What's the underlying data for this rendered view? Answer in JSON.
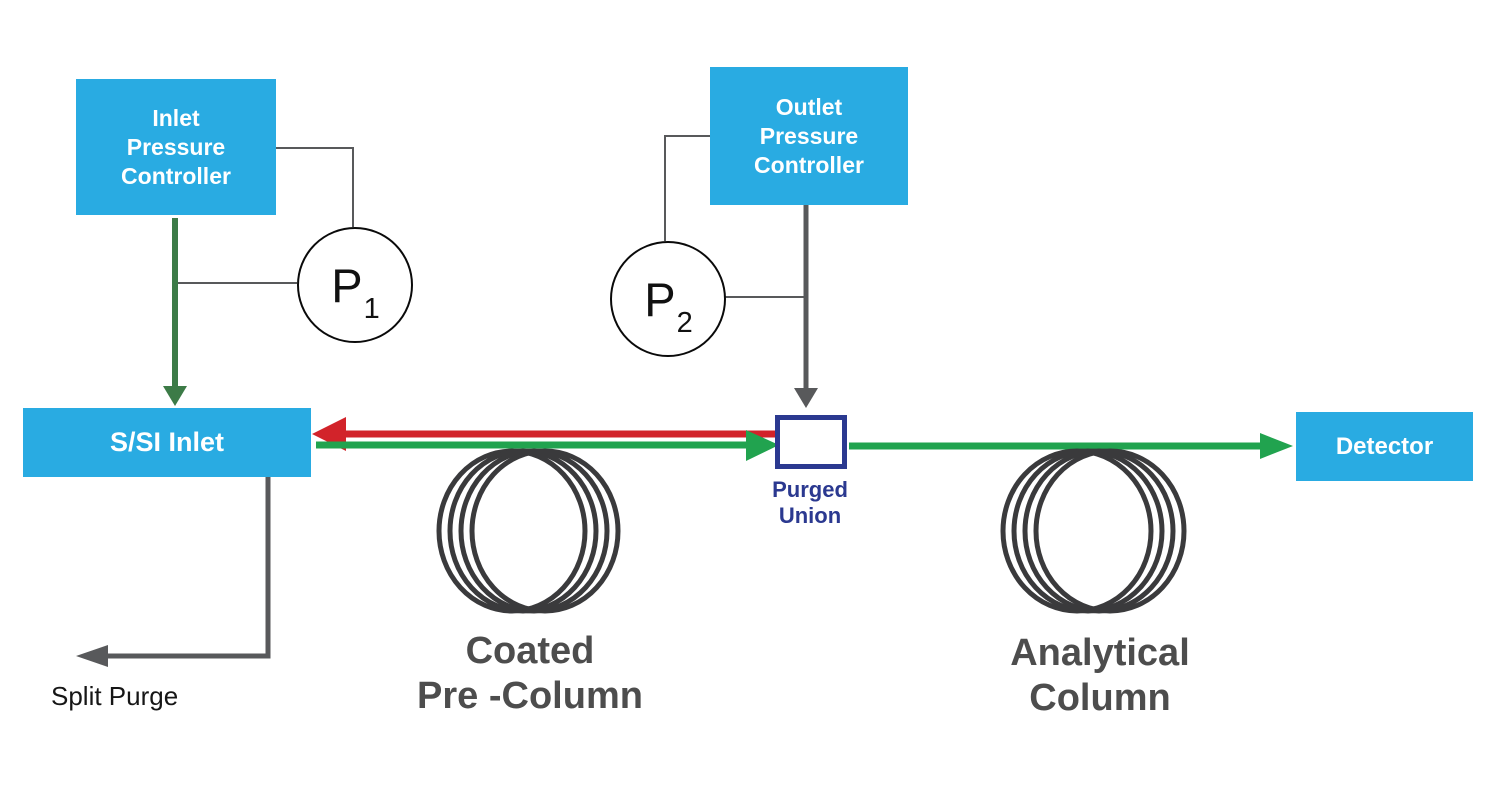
{
  "colors": {
    "box_blue": "#29ABE2",
    "line_gray": "#58595B",
    "flow_red": "#D2232A",
    "flow_green": "#21A34F",
    "carrier_green": "#3C7B47",
    "union_navy": "#2B3990",
    "coil_dark": "#3A3A3C",
    "label_gray": "#4D4D4D"
  },
  "nodes": {
    "inlet_controller": {
      "lines": [
        "Inlet",
        "Pressure",
        "Controller"
      ]
    },
    "outlet_controller": {
      "lines": [
        "Outlet",
        "Pressure",
        "Controller"
      ]
    },
    "ssi_inlet": {
      "label": "S/SI Inlet"
    },
    "detector": {
      "label": "Detector"
    },
    "purged_union": {
      "lines": [
        "Purged",
        "Union"
      ]
    },
    "gauge_p1": {
      "symbol": "P",
      "subscript": "1"
    },
    "gauge_p2": {
      "symbol": "P",
      "subscript": "2"
    }
  },
  "labels": {
    "pre_column": {
      "lines": [
        "Coated",
        "Pre -Column"
      ]
    },
    "analytical_column": {
      "lines": [
        "Analytical",
        "Column"
      ]
    },
    "split_purge": "Split Purge"
  }
}
